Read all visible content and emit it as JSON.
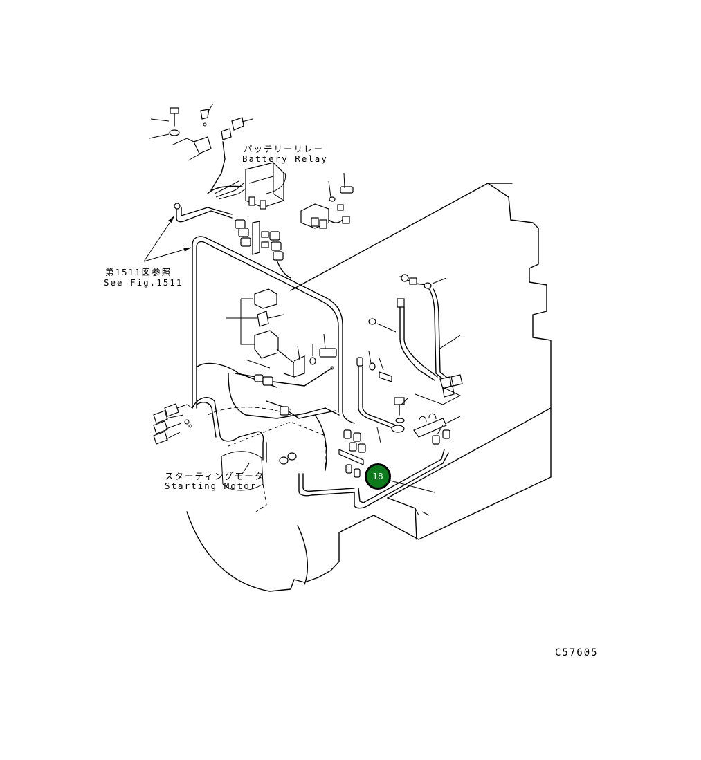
{
  "labels": {
    "battery_relay_jp": "バッテリーリレー",
    "battery_relay_en": "Battery Relay",
    "see_fig_jp": "第1511図参照",
    "see_fig_en": "See Fig.1511",
    "starting_motor_jp": "スターティングモータ",
    "starting_motor_en": "Starting Motor"
  },
  "callout": {
    "number": "18",
    "color": "#0d7a1c"
  },
  "drawing_code": "C57605"
}
